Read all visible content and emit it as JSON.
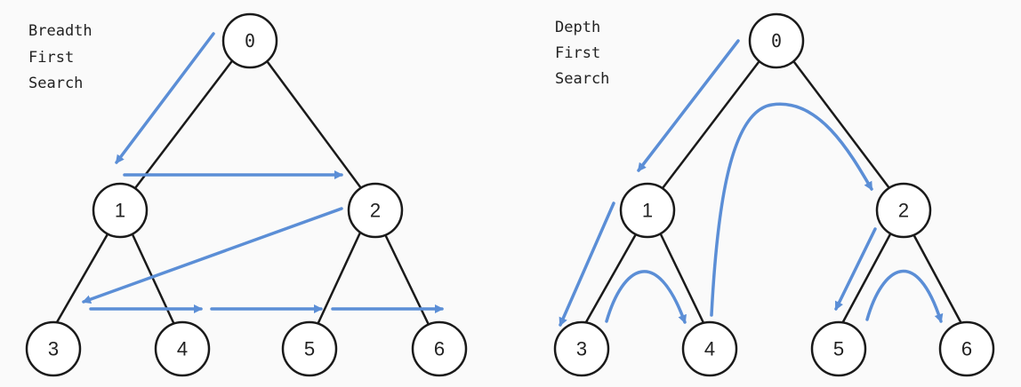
{
  "colors": {
    "arrow": "#5b8ed6",
    "edge": "#1a1a1a",
    "node_fill": "#ffffff"
  },
  "panels": [
    {
      "id": "bfs",
      "title_lines": [
        "Breadth",
        "First",
        "Search"
      ],
      "nodes": [
        {
          "id": "bfs-0",
          "label": "0"
        },
        {
          "id": "bfs-1",
          "label": "1"
        },
        {
          "id": "bfs-2",
          "label": "2"
        },
        {
          "id": "bfs-3",
          "label": "3"
        },
        {
          "id": "bfs-4",
          "label": "4"
        },
        {
          "id": "bfs-5",
          "label": "5"
        },
        {
          "id": "bfs-6",
          "label": "6"
        }
      ]
    },
    {
      "id": "dfs",
      "title_lines": [
        "Depth",
        "First",
        "Search"
      ],
      "nodes": [
        {
          "id": "dfs-0",
          "label": "0"
        },
        {
          "id": "dfs-1",
          "label": "1"
        },
        {
          "id": "dfs-2",
          "label": "2"
        },
        {
          "id": "dfs-3",
          "label": "3"
        },
        {
          "id": "dfs-4",
          "label": "4"
        },
        {
          "id": "dfs-5",
          "label": "5"
        },
        {
          "id": "dfs-6",
          "label": "6"
        }
      ]
    }
  ]
}
